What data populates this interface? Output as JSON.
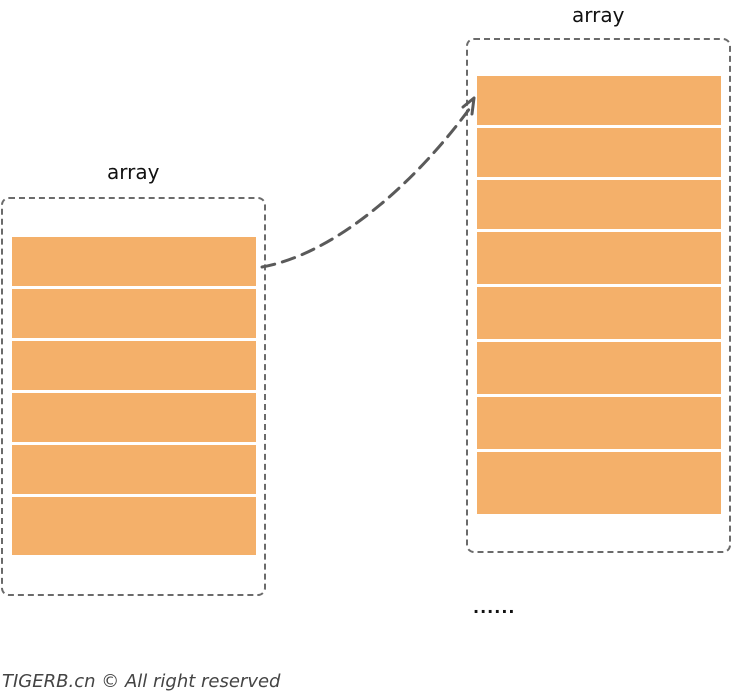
{
  "diagram": {
    "left_array": {
      "label": "array",
      "cell_count": 6
    },
    "right_array": {
      "label": "array",
      "cell_count": 8
    },
    "ellipsis": "......",
    "footer": "TIGERB.cn © All right reserved",
    "colors": {
      "cell_fill": "#f4b06a",
      "border": "#6b6b6b",
      "arrow": "#5a5a5a"
    }
  }
}
